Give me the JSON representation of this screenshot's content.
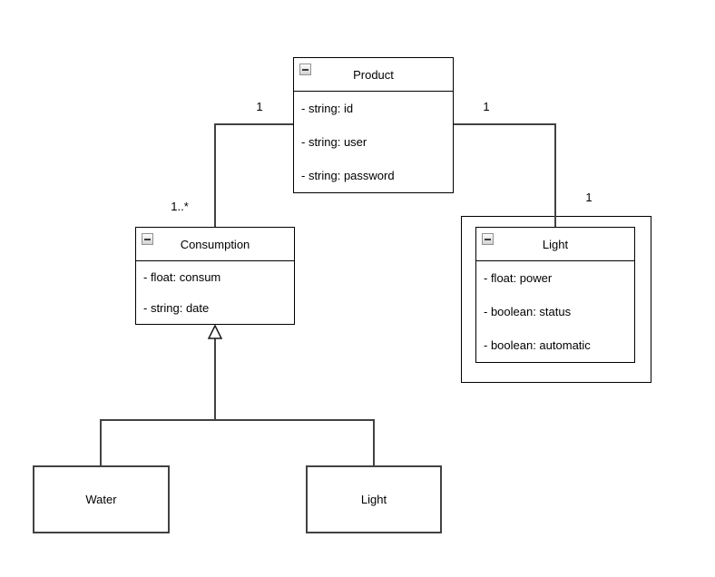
{
  "diagram": {
    "kind": "uml-class-diagram",
    "classes": [
      {
        "name": "Product",
        "attributes": [
          "- string: id",
          "- string: user",
          "- string: password"
        ]
      },
      {
        "name": "Consumption",
        "attributes": [
          "- float: consum",
          "- string: date"
        ]
      },
      {
        "name": "Light",
        "attributes": [
          "- float: power",
          "- boolean: status",
          "- boolean: automatic"
        ]
      }
    ],
    "simple_nodes": [
      {
        "label": "Water"
      },
      {
        "label": "Light"
      }
    ],
    "relations": [
      {
        "type": "association",
        "from": "Product",
        "to": "Consumption",
        "from_label": "1",
        "to_label": "1..*"
      },
      {
        "type": "association",
        "from": "Product",
        "to": "Light",
        "from_label": "1",
        "to_label": "1"
      },
      {
        "type": "inheritance",
        "parent": "Consumption",
        "children": [
          "Water",
          "Light"
        ]
      }
    ],
    "colors": {
      "background": "#ffffff",
      "box_border": "#000000",
      "line": "#424242",
      "text": "#000000",
      "collapse_icon_border": "#919191"
    }
  }
}
